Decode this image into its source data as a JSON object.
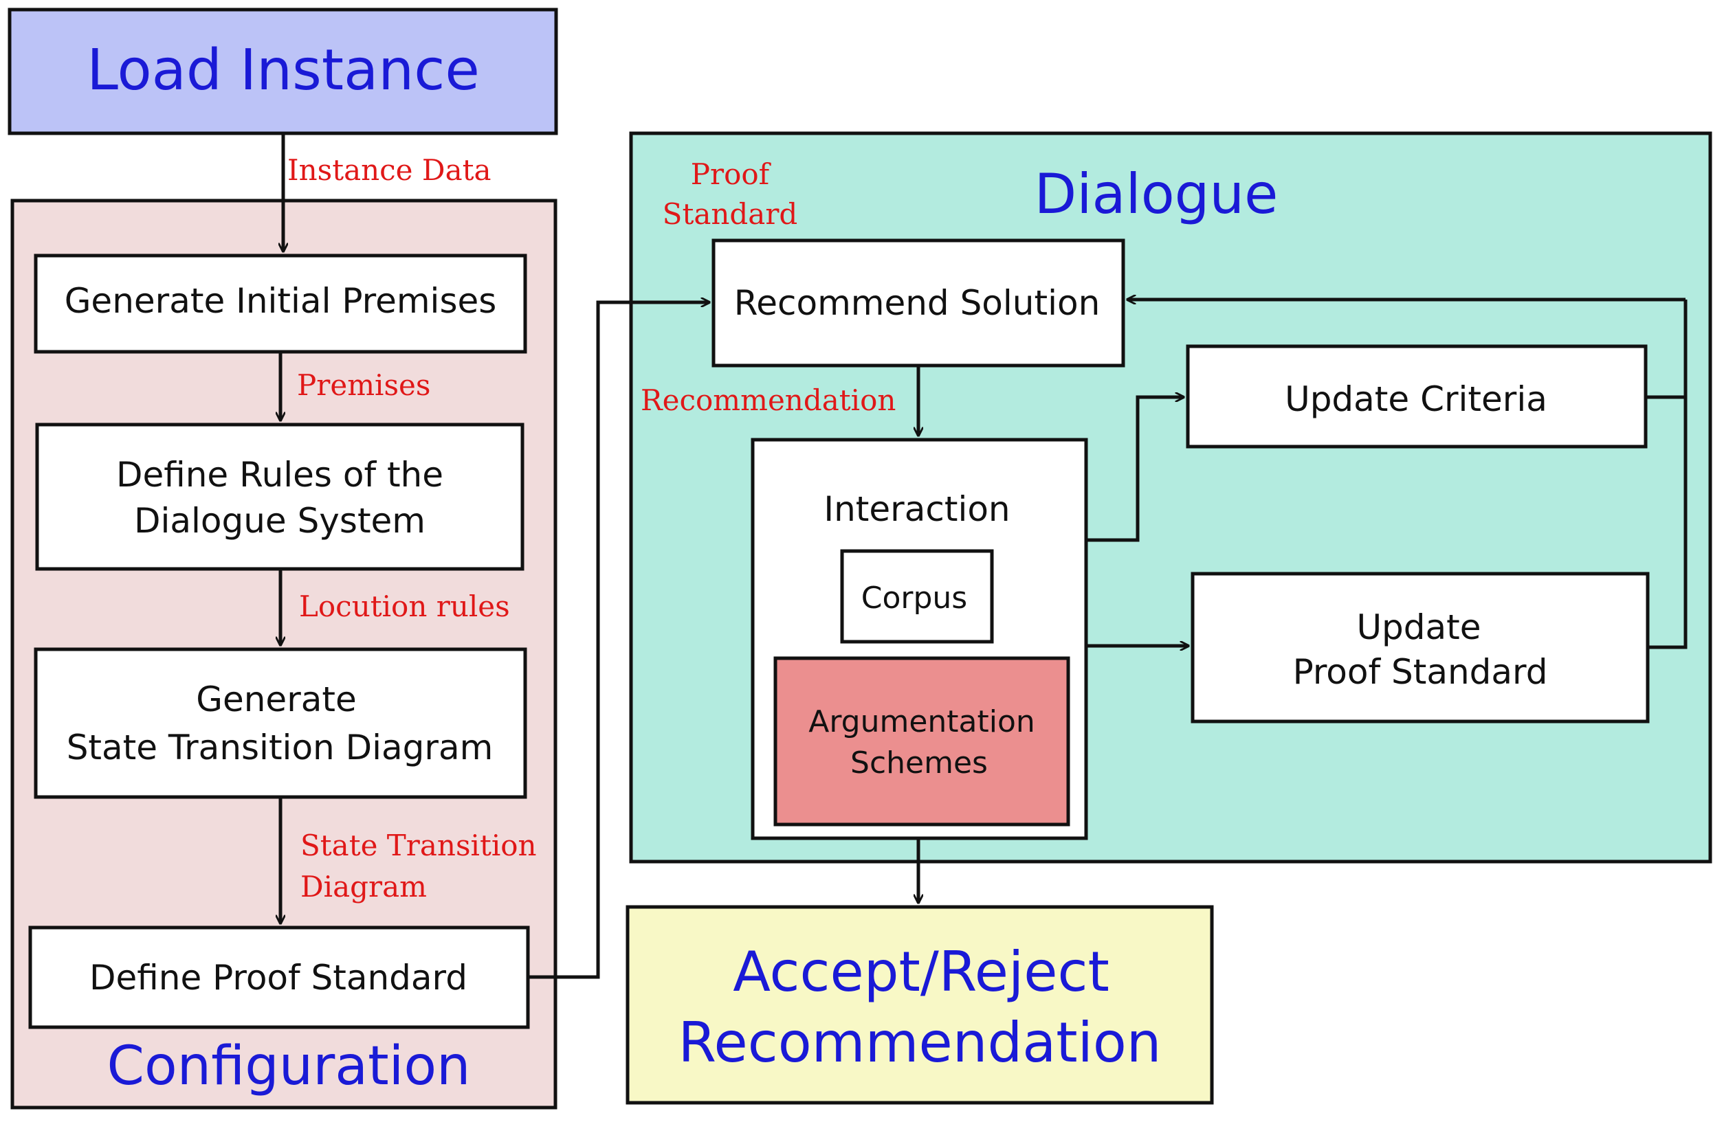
{
  "colors": {
    "load_fill": "#bcc3f7",
    "config_fill": "#f1dcdc",
    "dialogue_fill": "#b3ebdf",
    "accept_fill": "#f8f8c6",
    "schemes_fill": "#eb8f8f",
    "title_blue": "#1a1ad6",
    "edge_label_red": "#e01818"
  },
  "load_instance": {
    "title": "Load Instance"
  },
  "configuration": {
    "title": "Configuration",
    "steps": {
      "generate_premises": "Generate Initial Premises",
      "define_rules": [
        "Define Rules of the",
        "Dialogue System"
      ],
      "generate_std": [
        "Generate",
        "State Transition Diagram"
      ],
      "define_proof": "Define Proof Standard"
    }
  },
  "dialogue": {
    "title": "Dialogue",
    "recommend": "Recommend Solution",
    "interaction": "Interaction",
    "corpus": "Corpus",
    "schemes": [
      "Argumentation",
      "Schemes"
    ],
    "update_criteria": "Update Criteria",
    "update_proof": [
      "Update",
      "Proof Standard"
    ]
  },
  "accept_reject": {
    "title": [
      "Accept/Reject",
      "Recommendation"
    ]
  },
  "edge_labels": {
    "instance_data": "Instance Data",
    "premises": "Premises",
    "locution_rules": "Locution rules",
    "state_transition": [
      "State Transition",
      "Diagram"
    ],
    "proof_standard": [
      "Proof",
      "Standard"
    ],
    "recommendation": "Recommendation"
  }
}
